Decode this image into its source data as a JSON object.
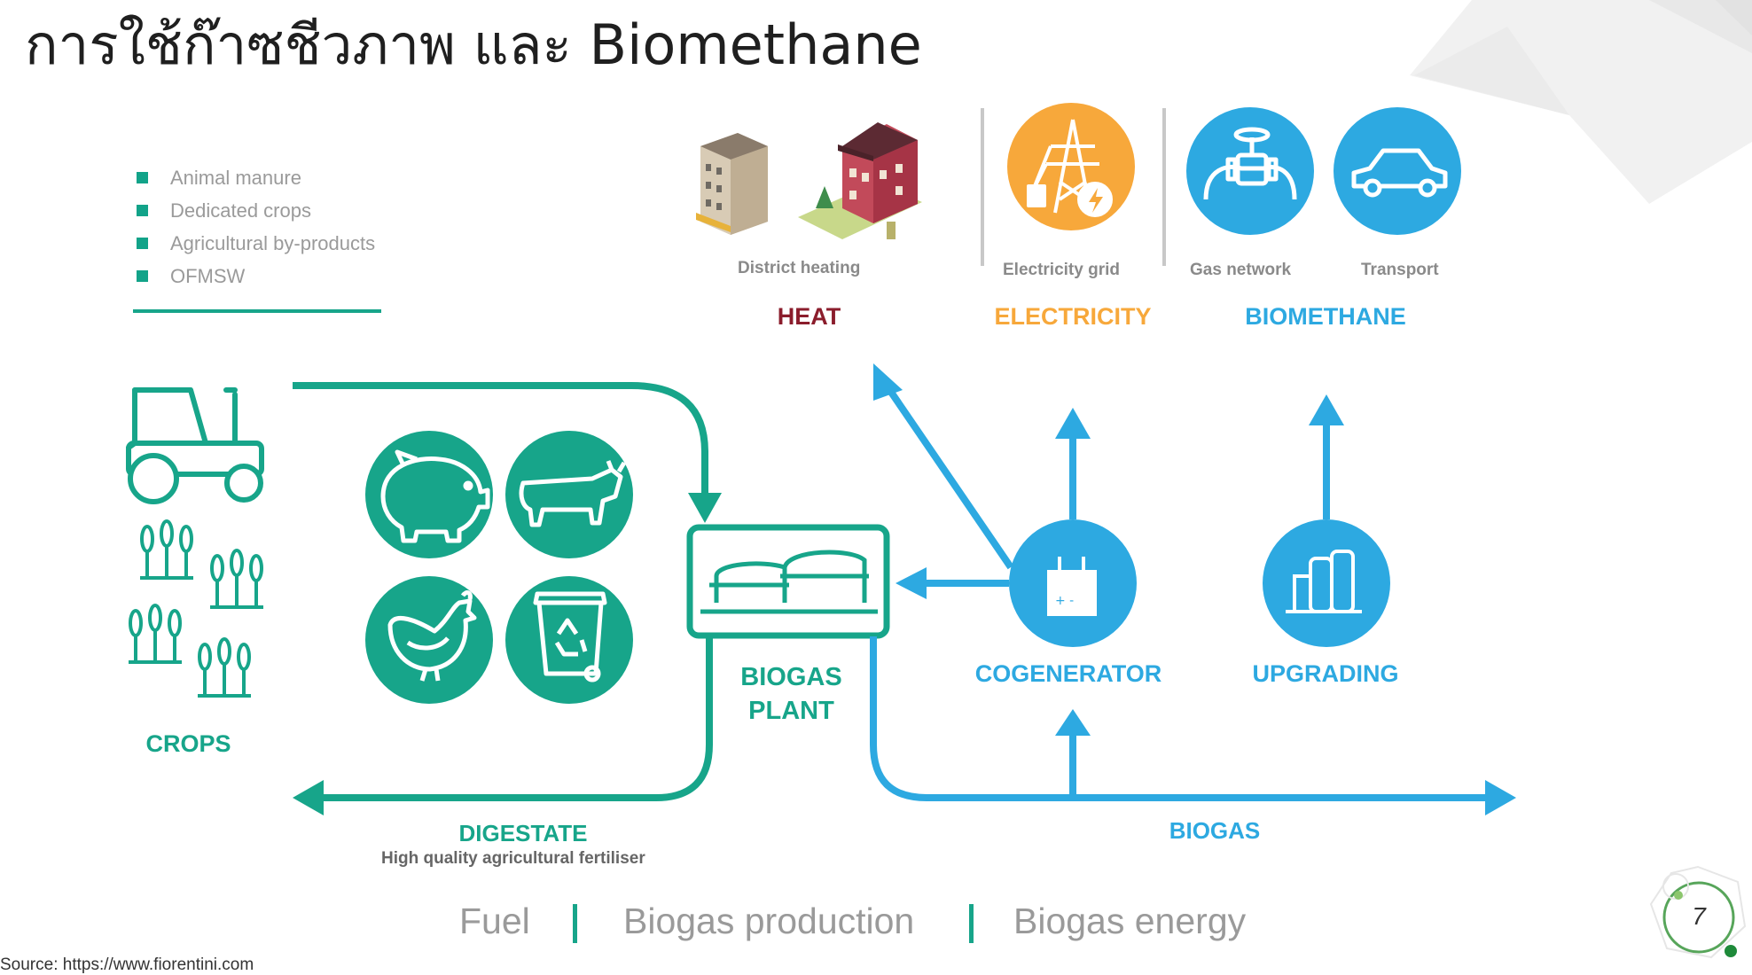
{
  "title": "การใช้ก๊าซชีวภาพ และ Biomethane",
  "feedstock_list": [
    "Animal manure",
    "Dedicated crops",
    "Agricultural by-products",
    "OFMSW"
  ],
  "labels": {
    "crops": "CROPS",
    "biogas_plant_line1": "BIOGAS",
    "biogas_plant_line2": "PLANT",
    "digestate": "DIGESTATE",
    "digestate_sub": "High quality agricultural fertiliser",
    "biogas": "BIOGAS",
    "cogenerator": "COGENERATOR",
    "upgrading": "UPGRADING",
    "heat": "HEAT",
    "electricity": "ELECTRICITY",
    "biomethane": "BIOMETHANE",
    "district_heating": "District heating",
    "electricity_grid": "Electricity grid",
    "gas_network": "Gas network",
    "transport": "Transport"
  },
  "footer": {
    "fuel": "Fuel",
    "biogas_production": "Biogas production",
    "biogas_energy": "Biogas energy"
  },
  "source": "Source: https://www.fiorentini.com",
  "page_number": "7",
  "colors": {
    "green": "#17a58a",
    "blue": "#2da9e1",
    "orange": "#f7a83b",
    "maroon": "#8b1d2c"
  },
  "icons": [
    "tractor-icon",
    "crop-sprout-icon",
    "pig-icon",
    "cow-icon",
    "chicken-icon",
    "recycle-bin-icon",
    "biogas-tank-icon",
    "building-icon",
    "house-icon",
    "power-pylon-icon",
    "gas-valve-icon",
    "car-icon",
    "cogenerator-icon",
    "upgrading-icon"
  ]
}
